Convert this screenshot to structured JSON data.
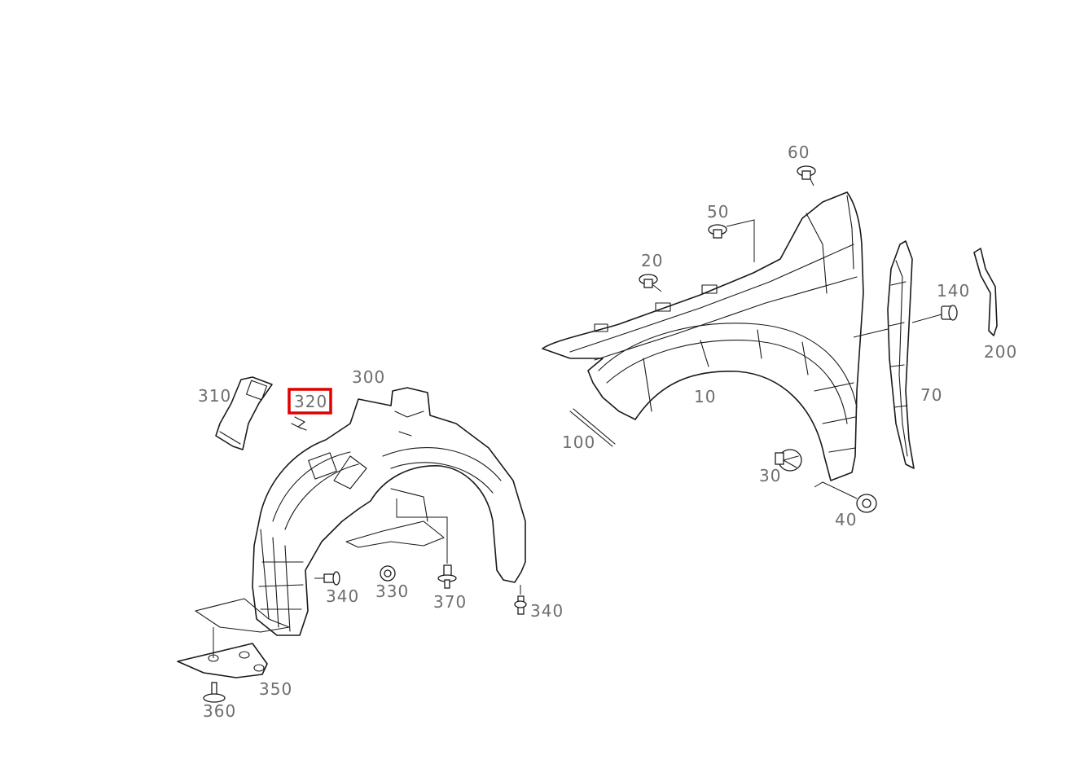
{
  "highlight_color": "#e00000",
  "line_color": "#1a1a1a",
  "label_color": "#6e6e6e",
  "highlighted_part": "320",
  "callouts": {
    "p10": "10",
    "p20": "20",
    "p30": "30",
    "p40": "40",
    "p50": "50",
    "p60": "60",
    "p70": "70",
    "p100": "100",
    "p140": "140",
    "p200": "200",
    "p300": "300",
    "p310": "310",
    "p320": "320",
    "p330": "330",
    "p340a": "340",
    "p340b": "340",
    "p350": "350",
    "p360": "360",
    "p370": "370"
  }
}
